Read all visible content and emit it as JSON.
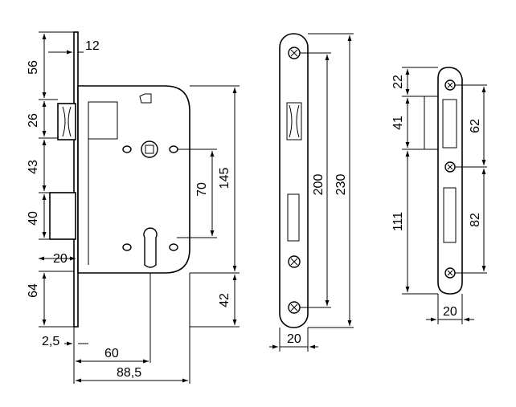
{
  "diagram": {
    "lock_body": {
      "dimensions": {
        "d56": "56",
        "d12": "12",
        "d26": "26",
        "d43": "43",
        "d40": "40",
        "d20": "20",
        "d64": "64",
        "d2_5": "2,5",
        "d60": "60",
        "d88_5": "88,5",
        "d70": "70",
        "d145": "145",
        "d42": "42"
      }
    },
    "faceplate": {
      "dimensions": {
        "d200": "200",
        "d230": "230",
        "d20": "20"
      }
    },
    "strike_plate": {
      "dimensions": {
        "d22": "22",
        "d41": "41",
        "d62": "62",
        "d111": "111",
        "d82": "82",
        "d20": "20"
      }
    }
  },
  "colors": {
    "line": "#000000",
    "background": "#ffffff"
  }
}
